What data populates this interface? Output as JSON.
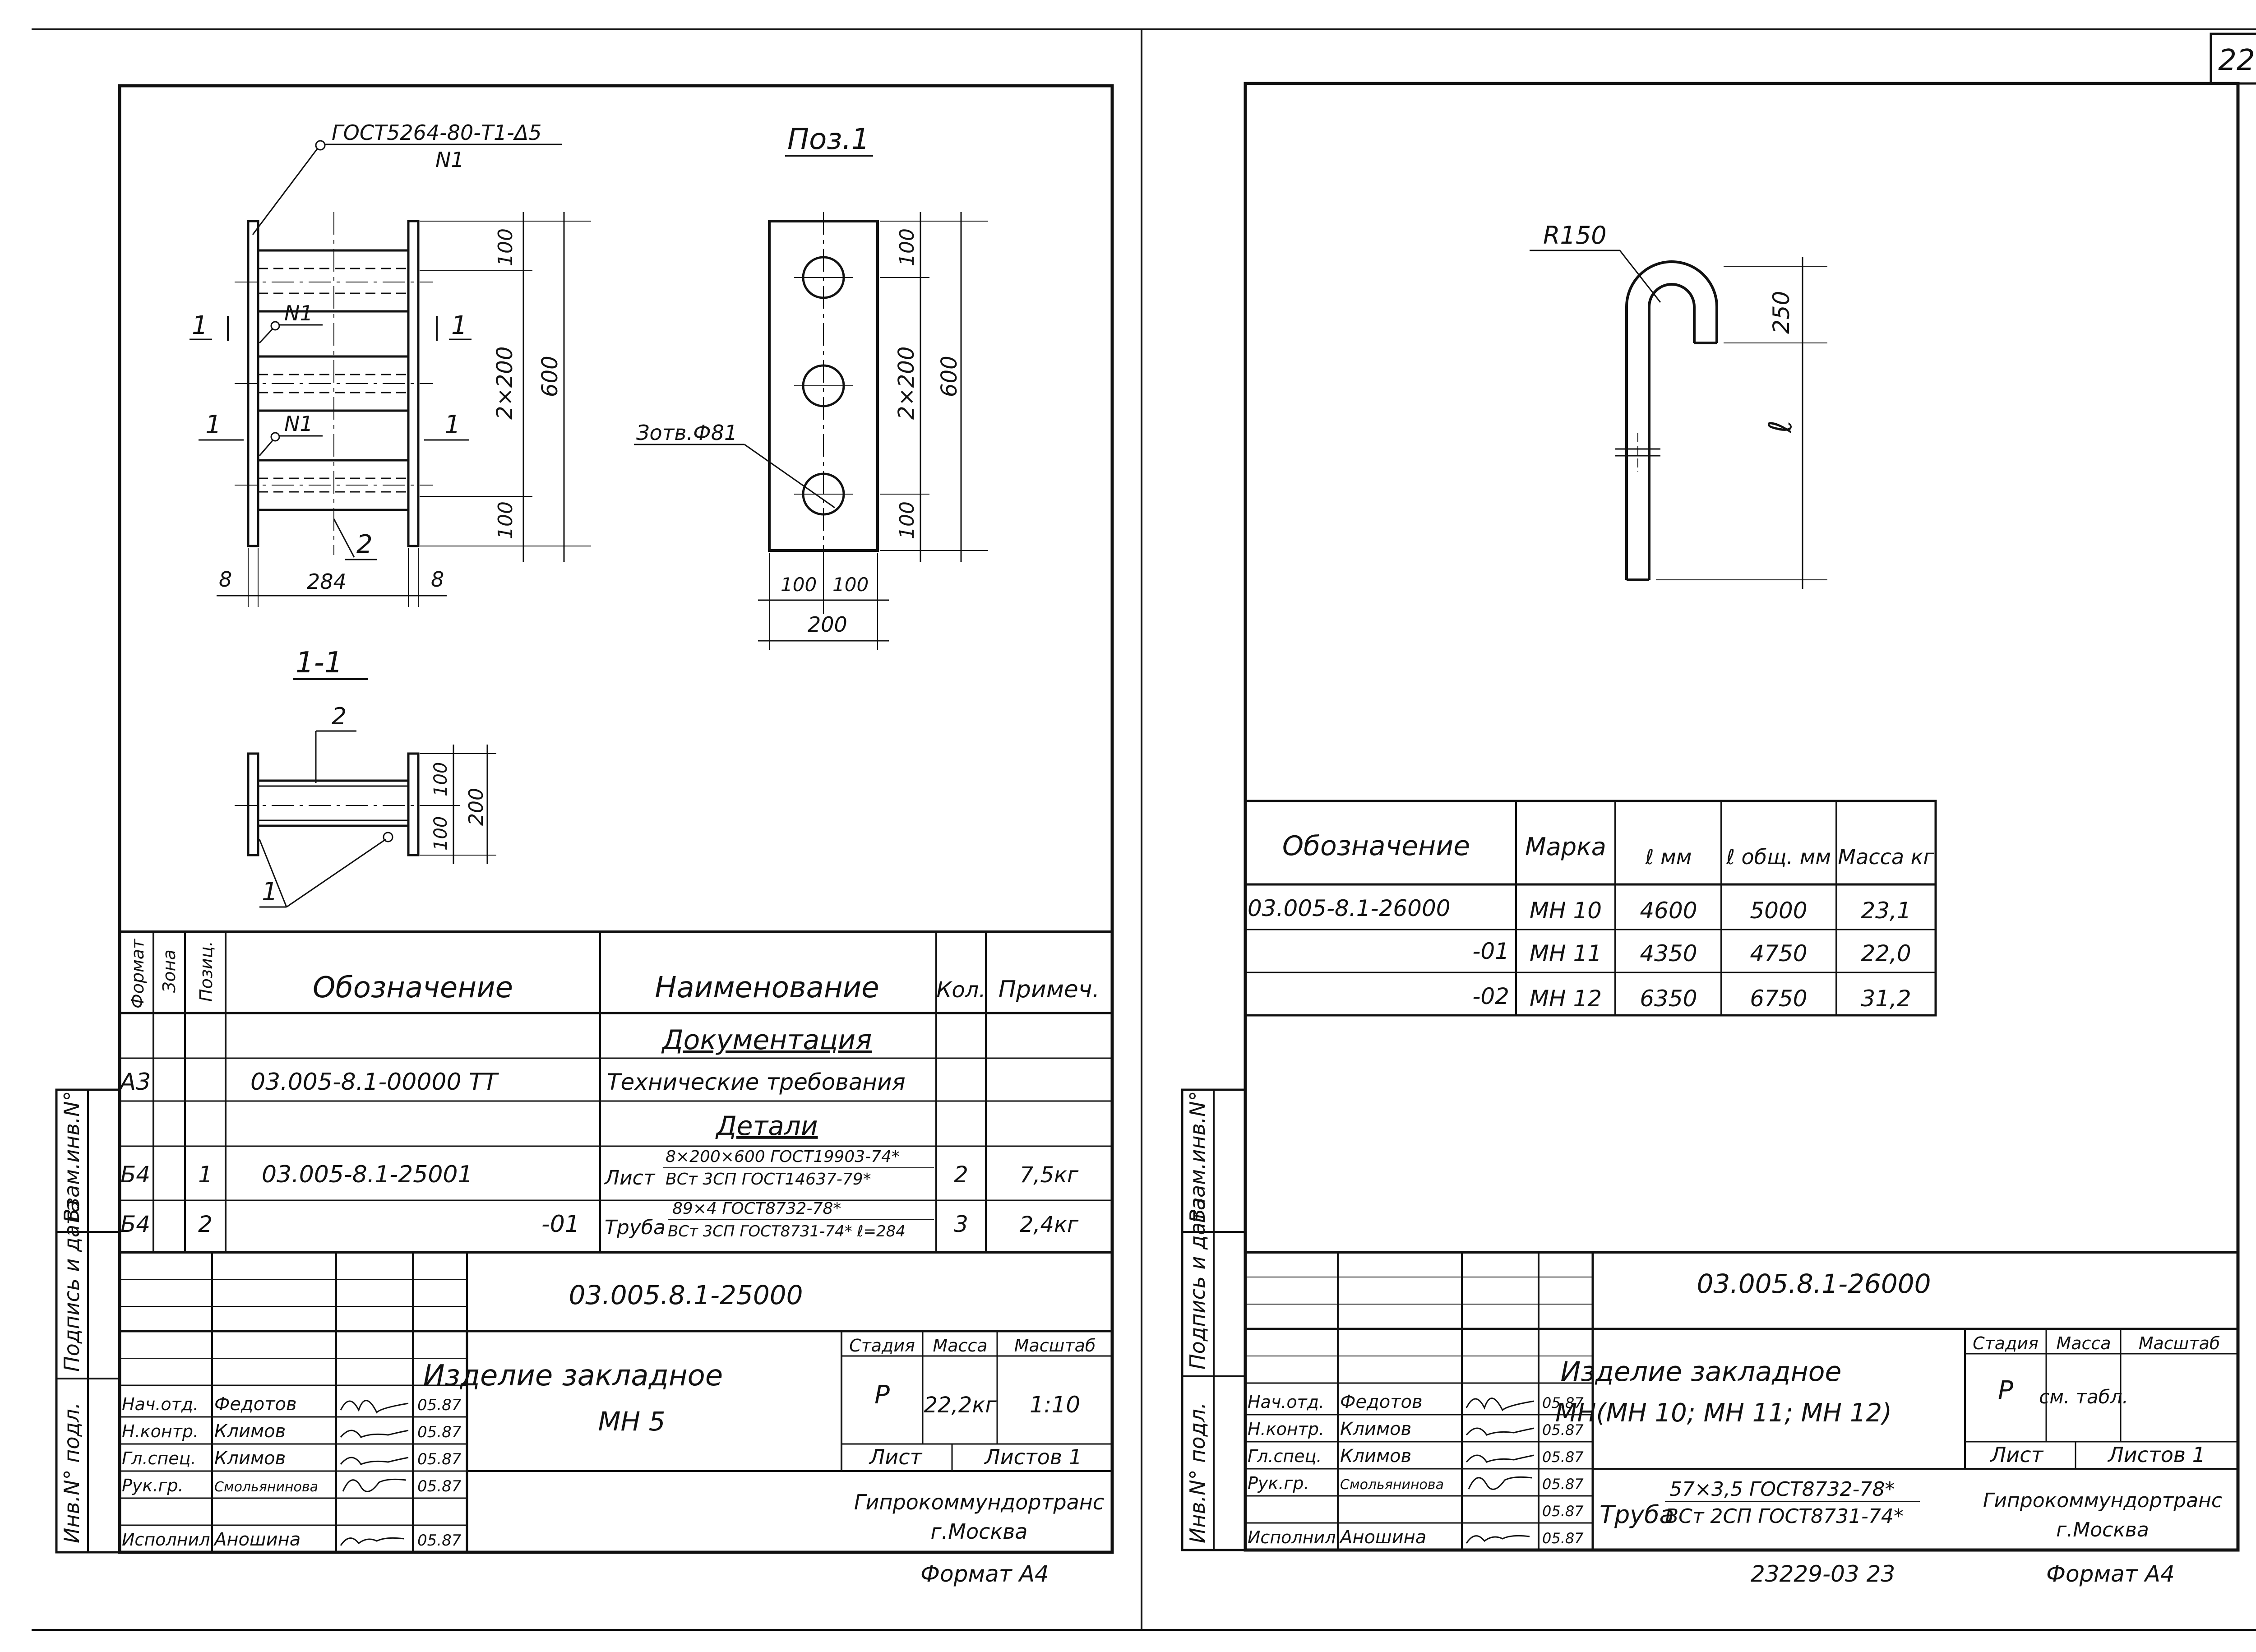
{
  "sheet_number": "22",
  "left": {
    "weld_note_1": "ГОСТ5264-80-Т1-Δ5",
    "weld_note_2": "N1",
    "pos_title": "Поз.1",
    "section_title": "1-1",
    "section_mark": "1",
    "marker_2": "2",
    "marker_1": "1",
    "n1": "N1",
    "hole_label": "Зотв.Ф81",
    "dim_100": "100",
    "dim_2x200": "2×200",
    "dim_600": "600",
    "dim_200": "200",
    "dim_8": "8",
    "dim_284": "284",
    "spec_headers": [
      "Формат",
      "Зона",
      "Позиц.",
      "Обозначение",
      "Наименование",
      "Кол.",
      "Примеч."
    ],
    "spec_rows": [
      {
        "fmt": "",
        "zone": "",
        "pos": "",
        "code": "",
        "name": "Документация",
        "qty": "",
        "note": ""
      },
      {
        "fmt": "А3",
        "zone": "",
        "pos": "",
        "code": "03.005-8.1-00000 ТТ",
        "name": "Технические требования",
        "qty": "",
        "note": ""
      },
      {
        "fmt": "",
        "zone": "",
        "pos": "",
        "code": "",
        "name": "Детали",
        "qty": "",
        "note": ""
      },
      {
        "fmt": "Б4",
        "zone": "",
        "pos": "1",
        "code": "03.005-8.1-25001",
        "name": "Лист",
        "name_top": "8×200×600 ГОСТ19903-74*",
        "name_bot": "ВСт 3СП ГОСТ14637-79*",
        "qty": "2",
        "note": "7,5кг"
      },
      {
        "fmt": "Б4",
        "zone": "",
        "pos": "2",
        "code": "-01",
        "name": "Труба",
        "name_top": "89×4 ГОСТ8732-78*",
        "name_bot": "ВСт 3СП ГОСТ8731-74* ℓ=284",
        "qty": "3",
        "note": "2,4кг"
      }
    ],
    "title_code": "03.005.8.1-25000",
    "product_title": "Изделие закладное",
    "product_mark": "МН 5",
    "stage_label": "Стадия",
    "mass_label": "Масса",
    "scale_label": "Масштаб",
    "stage": "Р",
    "mass": "22,2кг",
    "scale": "1:10",
    "sheet_label": "Лист",
    "sheets_label": "Листов 1",
    "org": "Гипрокоммундортранс",
    "city": "г.Москва",
    "format": "Формат А4"
  },
  "right": {
    "r_label": "R150",
    "dim_250": "250",
    "dim_l": "ℓ",
    "table_headers": [
      "Обозначение",
      "Марка",
      "ℓ мм",
      "ℓ общ. мм",
      "Масса кг"
    ],
    "table_rows": [
      [
        "03.005-8.1-26000",
        "МН 10",
        "4600",
        "5000",
        "23,1"
      ],
      [
        "-01",
        "МН 11",
        "4350",
        "4750",
        "22,0"
      ],
      [
        "-02",
        "МН 12",
        "6350",
        "6750",
        "31,2"
      ]
    ],
    "title_code": "03.005.8.1-26000",
    "product_title": "Изделие закладное",
    "product_mark": "МН(МН 10; МН 11; МН 12)",
    "pipe_label": "Труба",
    "pipe_top": "57×3,5 ГОСТ8732-78*",
    "pipe_bot": "ВСт 2СП ГОСТ8731-74*",
    "stage_label": "Стадия",
    "mass_label": "Масса",
    "scale_label": "Масштаб",
    "stage": "Р",
    "mass": "см. табл.",
    "sheet_label": "Лист",
    "sheets_label": "Листов 1",
    "org": "Гипрокоммундортранс",
    "city": "г.Москва",
    "format": "Формат А4",
    "archive_no": "23229-03 23"
  },
  "signatures": [
    {
      "role": "Нач.отд.",
      "name": "Федотов",
      "date": "05.87"
    },
    {
      "role": "Н.контр.",
      "name": "Климов",
      "date": "05.87"
    },
    {
      "role": "Гл.спец.",
      "name": "Климов",
      "date": "05.87"
    },
    {
      "role": "Рук.гр.",
      "name": "Смольянинова",
      "date": "05.87"
    },
    {
      "role": "",
      "name": "",
      "date": "05.87"
    },
    {
      "role": "Исполнил",
      "name": "Аношина",
      "date": "05.87"
    }
  ],
  "side_labels": [
    "Взам.инв.N°",
    "Подпись и дата",
    "Инв.N° подл."
  ]
}
